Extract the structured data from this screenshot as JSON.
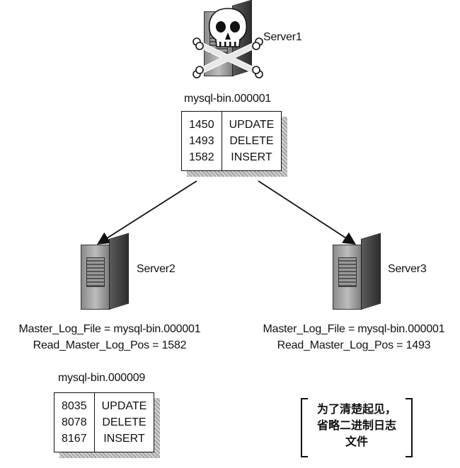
{
  "server1": {
    "name": "Server1",
    "binlog_file": "mysql-bin.000001"
  },
  "binlog1": {
    "rows": [
      {
        "pos": "1450",
        "event": "UPDATE"
      },
      {
        "pos": "1493",
        "event": "DELETE"
      },
      {
        "pos": "1582",
        "event": "INSERT"
      }
    ]
  },
  "server2": {
    "name": "Server2",
    "master_log_file": "Master_Log_File = mysql-bin.000001",
    "read_master_log_pos": "Read_Master_Log_Pos = 1582",
    "binlog_file": "mysql-bin.000009"
  },
  "binlog2": {
    "rows": [
      {
        "pos": "8035",
        "event": "UPDATE"
      },
      {
        "pos": "8078",
        "event": "DELETE"
      },
      {
        "pos": "8167",
        "event": "INSERT"
      }
    ]
  },
  "server3": {
    "name": "Server3",
    "master_log_file": "Master_Log_File = mysql-bin.000001",
    "read_master_log_pos": "Read_Master_Log_Pos = 1493"
  },
  "note": {
    "lines": [
      "为了清楚起见，",
      "省略二进制日志",
      "文件"
    ]
  },
  "colors": {
    "ink": "#111111",
    "server_gray": "#8a8a8a",
    "shadow": "#9a9a9a"
  },
  "icons": [
    "skull-crossbones-icon",
    "server-tower-icon",
    "arrow-icon"
  ]
}
